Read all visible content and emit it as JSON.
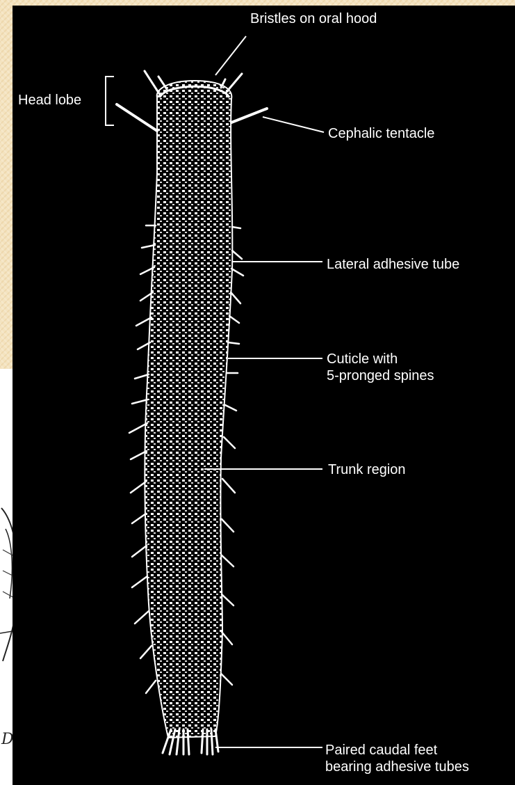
{
  "colors": {
    "panel_background": "#000000",
    "illustration": "#ffffff",
    "page_background": "#f4e3bf"
  },
  "labels": {
    "bristles": "Bristles on oral hood",
    "head_lobe": "Head lobe",
    "cephalic_tentacle": "Cephalic tentacle",
    "lateral_tube": "Lateral adhesive tube",
    "cuticle": [
      "Cuticle with",
      "5-pronged spines"
    ],
    "trunk": "Trunk region",
    "caudal": [
      "Paired caudal feet",
      "bearing adhesive tubes"
    ]
  },
  "side_sketch_text": "Dy"
}
